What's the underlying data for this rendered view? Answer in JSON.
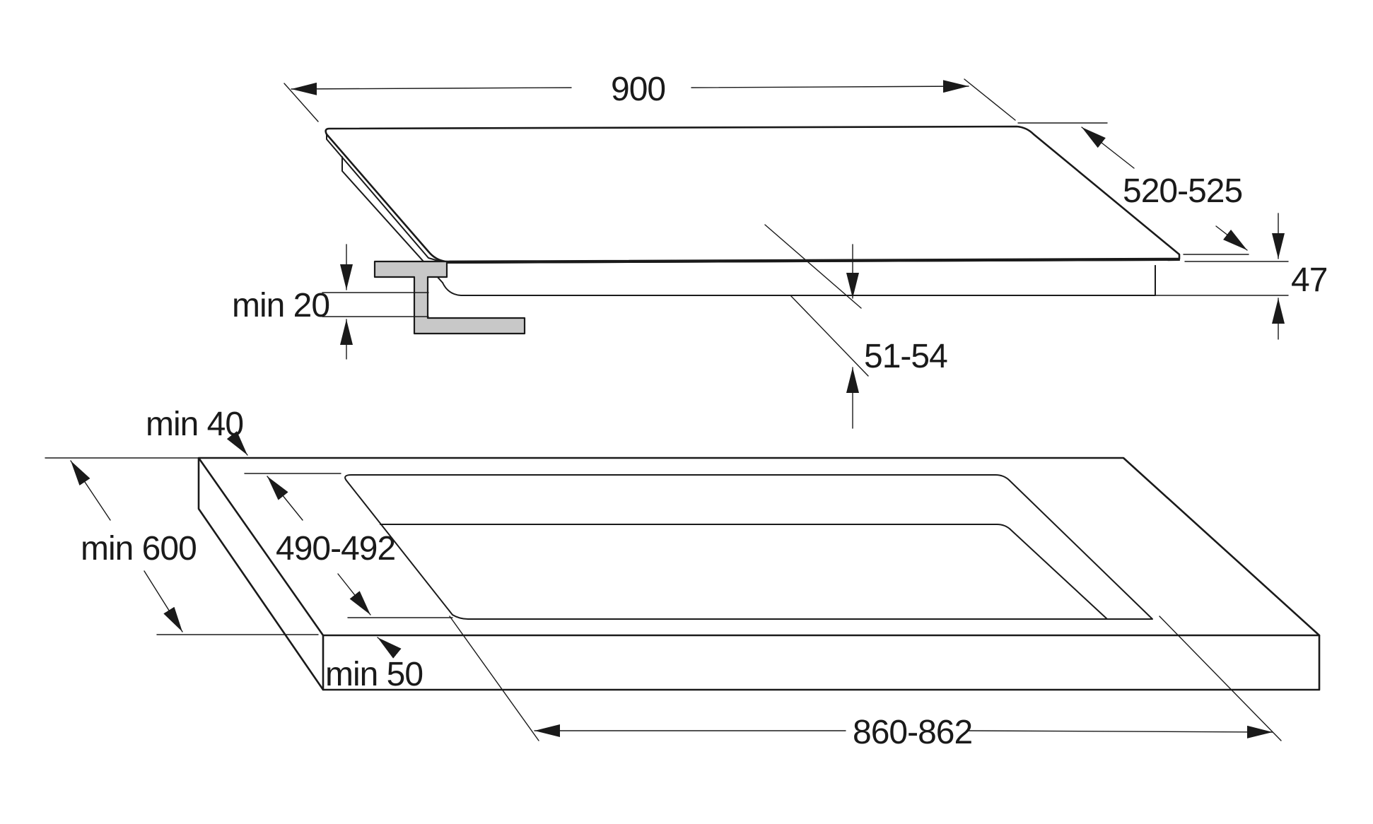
{
  "labels": {
    "hob_width": "900",
    "hob_depth": "520-525",
    "hob_height": "47",
    "bracket_min": "min 20",
    "insert_depth": "51-54",
    "front_gap": "min 40",
    "worktop_depth": "min 600",
    "cutout_depth": "490-492",
    "back_gap": "min 50",
    "cutout_width": "860-862"
  },
  "colors": {
    "line": "#1a1a1a",
    "bracket_fill": "#c8c8c8",
    "background": "#ffffff"
  }
}
